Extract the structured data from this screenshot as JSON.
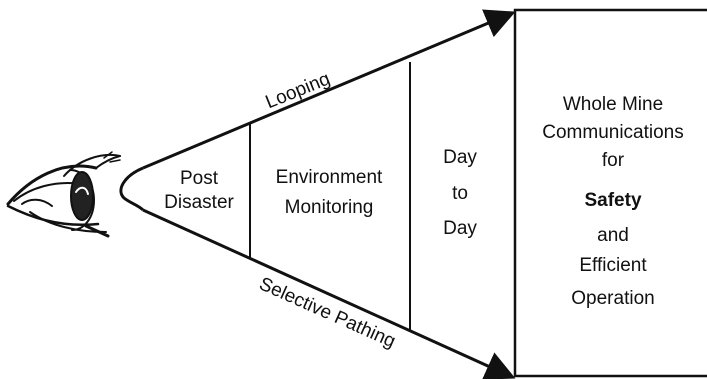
{
  "diagram": {
    "top_arrow_label": "Looping",
    "bottom_arrow_label": "Selective Pathing",
    "sections": {
      "post_disaster": [
        "Post",
        "Disaster"
      ],
      "environment_monitoring": [
        "Environment",
        "Monitoring"
      ],
      "day_to_day": [
        "Day",
        "to",
        "Day"
      ]
    },
    "box_lines": [
      "Whole Mine",
      "Communications",
      "for",
      "Safety",
      "and",
      "Efficient",
      "Operation"
    ],
    "colors": {
      "ink": "#111111",
      "background": "#ffffff"
    },
    "icons": [
      "eye-icon"
    ]
  }
}
